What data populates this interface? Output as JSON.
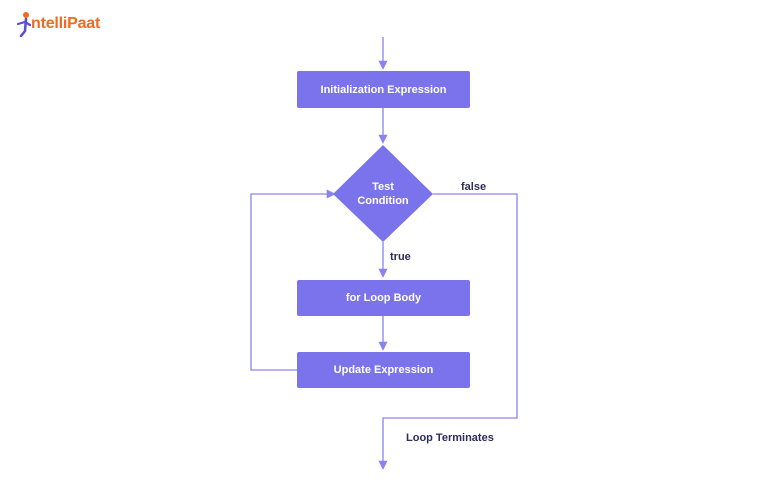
{
  "logo": {
    "text": "ntelliPaat"
  },
  "nodes": {
    "init": "Initialization Expression",
    "test_line1": "Test",
    "test_line2": "Condition",
    "body": "for Loop Body",
    "update": "Update Expression"
  },
  "edges": {
    "true_label": "true",
    "false_label": "false",
    "terminate_label": "Loop Terminates"
  },
  "colors": {
    "node_fill": "#7b73ec",
    "line": "#8a83ee",
    "text_dark": "#2d2c5a",
    "logo_orange": "#f26a1b",
    "logo_purple": "#5a4fcf"
  }
}
